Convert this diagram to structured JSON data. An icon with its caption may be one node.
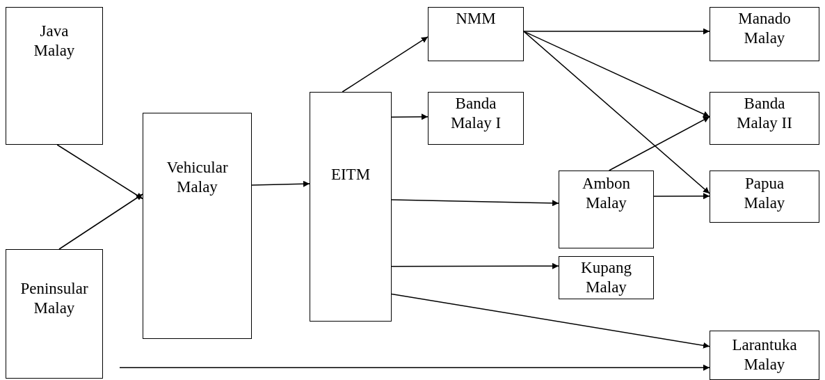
{
  "diagram": {
    "nodes": [
      {
        "text": [
          "Java Malay"
        ]
      },
      {
        "text": [
          "Peninsular Malay"
        ]
      },
      {
        "text": [
          "Vehicular Malay"
        ]
      },
      {
        "text": [
          "EITM"
        ]
      },
      {
        "text": [
          "NMM"
        ]
      },
      {
        "text": [
          "Banda Malay I"
        ]
      },
      {
        "text": [
          "Ambon Malay"
        ]
      },
      {
        "text": [
          "Kupang Malay"
        ]
      },
      {
        "text": [
          "Manado Malay"
        ]
      },
      {
        "text": [
          "Banda Malay II"
        ]
      },
      {
        "text": [
          "Papua Malay"
        ]
      },
      {
        "text": [
          "Larantuka Malay"
        ]
      }
    ],
    "edges": [
      {
        "from": 0,
        "to": 2,
        "arrow": "to"
      },
      {
        "from": 1,
        "to": 2,
        "arrow": "to"
      },
      {
        "from": 2,
        "to": 3,
        "arrow": "to"
      },
      {
        "from": 3,
        "to": 4,
        "arrow": "to"
      },
      {
        "from": 3,
        "to": 5,
        "arrow": "to"
      },
      {
        "from": 3,
        "to": 6,
        "arrow": "to"
      },
      {
        "from": 3,
        "to": 7,
        "arrow": "to"
      },
      {
        "from": 3,
        "to": 11,
        "arrow": "to"
      },
      {
        "from": 1,
        "to": 11,
        "arrow": "to"
      },
      {
        "from": 4,
        "to": 8,
        "arrow": "to"
      },
      {
        "from": 4,
        "to": 9,
        "arrow": "to"
      },
      {
        "from": 4,
        "to": 10,
        "arrow": "to"
      },
      {
        "from": 6,
        "to": 9,
        "arrow": "to"
      },
      {
        "from": 6,
        "to": 10,
        "arrow": "to"
      }
    ]
  }
}
